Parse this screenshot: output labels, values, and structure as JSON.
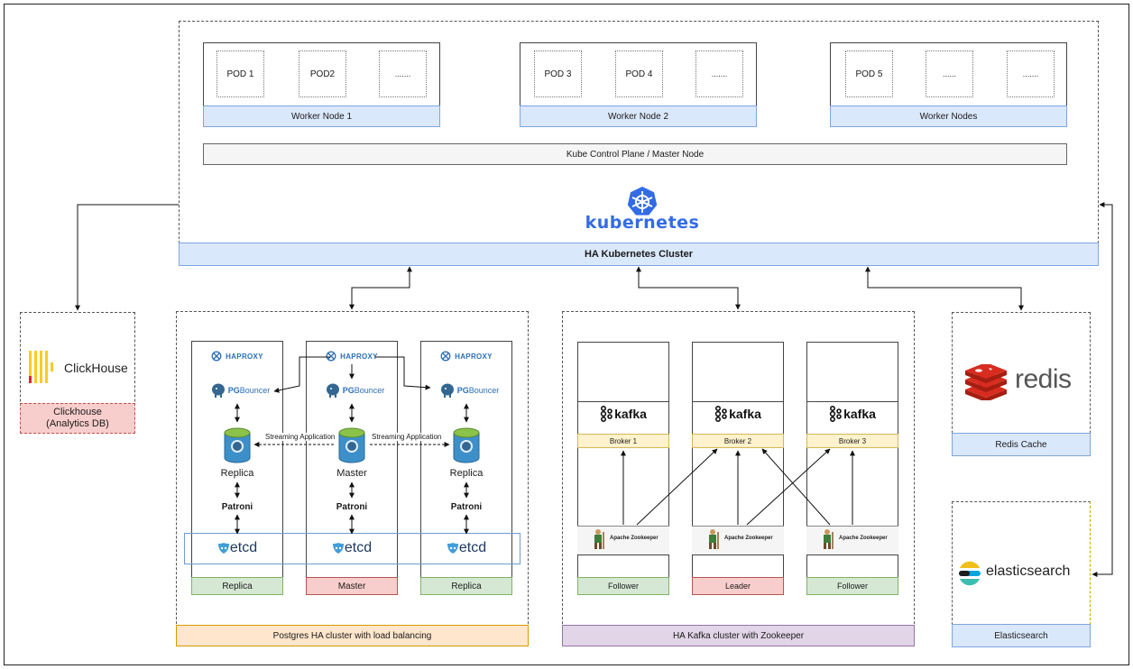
{
  "k8s": {
    "worker_nodes": [
      {
        "label": "Worker Node 1",
        "pods": [
          "POD 1",
          "POD2",
          "......."
        ]
      },
      {
        "label": "Worker Node 2",
        "pods": [
          "POD 3",
          "POD 4",
          "......."
        ]
      },
      {
        "label": "Worker Nodes",
        "pods": [
          "POD 5",
          "......",
          "......."
        ]
      }
    ],
    "control_plane": "Kube Control Plane / Master Node",
    "logo": "kubernetes",
    "cluster_label": "HA  Kubernetes Cluster"
  },
  "clickhouse": {
    "logo": "ClickHouse",
    "label": "Clickhouse\n(Analytics DB)"
  },
  "postgres": {
    "columns": [
      {
        "haproxy": "HAPROXY",
        "pg_prefix": "PG",
        "pg_suffix": "Bouncer",
        "role": "Replica",
        "patroni": "Patroni",
        "etcd": "etcd",
        "footer": "Replica"
      },
      {
        "haproxy": "HAPROXY",
        "pg_prefix": "PG",
        "pg_suffix": "Bouncer",
        "role": "Master",
        "patroni": "Patroni",
        "etcd": "etcd",
        "footer": "Master"
      },
      {
        "haproxy": "HAPROXY",
        "pg_prefix": "PG",
        "pg_suffix": "Bouncer",
        "role": "Replica",
        "patroni": "Patroni",
        "etcd": "etcd",
        "footer": "Replica"
      }
    ],
    "streaming_labels": [
      "Streaming Application",
      "Streaming Application"
    ],
    "cluster_label": "Postgres HA cluster with load balancing"
  },
  "kafka": {
    "columns": [
      {
        "logo": "kafka",
        "broker": "Broker 1",
        "zookeeper": "Apache Zookeeper",
        "role": "Follower"
      },
      {
        "logo": "kafka",
        "broker": "Broker 2",
        "zookeeper": "Apache Zookeeper",
        "role": "Leader"
      },
      {
        "logo": "kafka",
        "broker": "Broker 3",
        "zookeeper": "Apache Zookeeper",
        "role": "Follower"
      }
    ],
    "cluster_label": "HA Kafka cluster with Zookeeper"
  },
  "redis": {
    "logo": "redis",
    "label": "Redis Cache"
  },
  "elasticsearch": {
    "logo": "elasticsearch",
    "label": "Elasticsearch"
  },
  "colors": {
    "blue": "#dae8fc",
    "red": "#f8cecc",
    "green": "#d5e8d4",
    "yellow": "#fff2cc",
    "orange": "#ffe6cc",
    "purple": "#e1d5e7",
    "k8s_blue": "#326ce5"
  }
}
